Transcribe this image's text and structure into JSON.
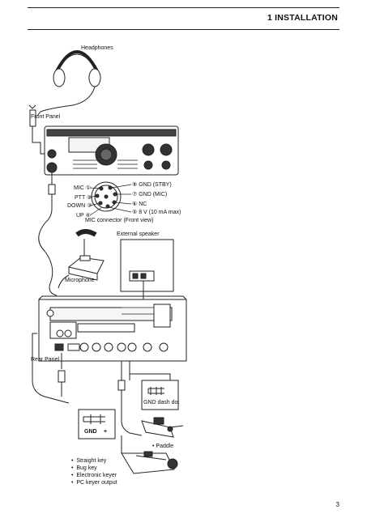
{
  "header": {
    "section_title": "1 INSTALLATION"
  },
  "labels": {
    "headphones": "Headphones",
    "front_panel": "Front Panel",
    "microphone": "Microphone",
    "external_speaker": "External speaker",
    "rear_panel": "Rear Panel",
    "mic_connector": "MIC connector (Front view)",
    "gnd_dash_dot": "GND  dash dot",
    "gnd": "GND",
    "plus": "+",
    "paddle": "Paddle"
  },
  "mic_pins": {
    "left": [
      "MIC ①",
      "PTT ②",
      "DOWN ③",
      "UP ④"
    ],
    "right": [
      "⑧ GND (STBY)",
      "⑦ GND (MIC)",
      "⑥ NC",
      "⑤ 8 V (10 mA max)"
    ]
  },
  "key_types": [
    "Straight key",
    "Bug key",
    "Electronic keyer",
    "PC keyer output"
  ],
  "page_number": "3"
}
